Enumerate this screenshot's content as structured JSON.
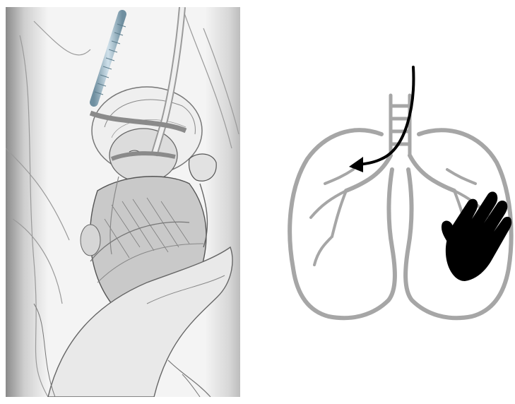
{
  "figure": {
    "left_panel": {
      "kind": "sketch-illustration",
      "subject": "infant-with-breathing-support-and-hand"
    },
    "right_panel": {
      "kind": "schematic",
      "lung_outline_color": "#a6a6a6",
      "arrow_color": "#000000",
      "hand_color": "#000000",
      "icons": [
        "lungs-icon",
        "airflow-arrow-icon",
        "hand-icon"
      ]
    }
  }
}
